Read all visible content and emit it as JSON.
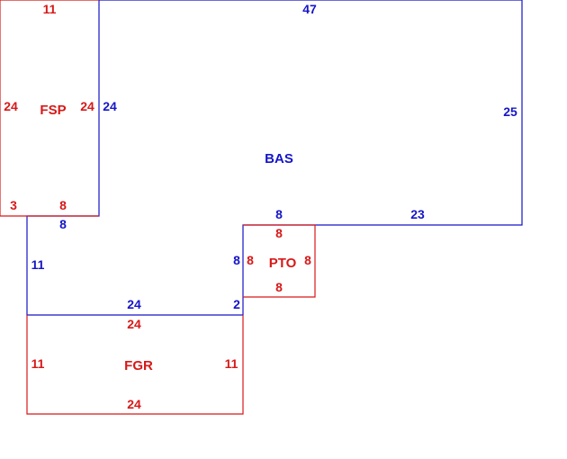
{
  "colors": {
    "blue": "#1515c8",
    "red": "#d81818"
  },
  "areas": {
    "bas": {
      "name": "BAS",
      "top": "47",
      "right": "25",
      "bottom_right": "23",
      "step_top": "8",
      "step_left": "8",
      "step_bottom": "2",
      "lower_top": "24",
      "lower_left": "11",
      "notch": "8",
      "fsp_side": "24"
    },
    "fsp": {
      "name": "FSP",
      "top": "11",
      "left": "24",
      "right": "24",
      "bottom_left": "3",
      "bottom_right": "8"
    },
    "pto": {
      "name": "PTO",
      "top": "8",
      "left": "8",
      "right": "8",
      "bottom": "8"
    },
    "fgr": {
      "name": "FGR",
      "top": "24",
      "left": "11",
      "right": "11",
      "bottom": "24"
    }
  }
}
